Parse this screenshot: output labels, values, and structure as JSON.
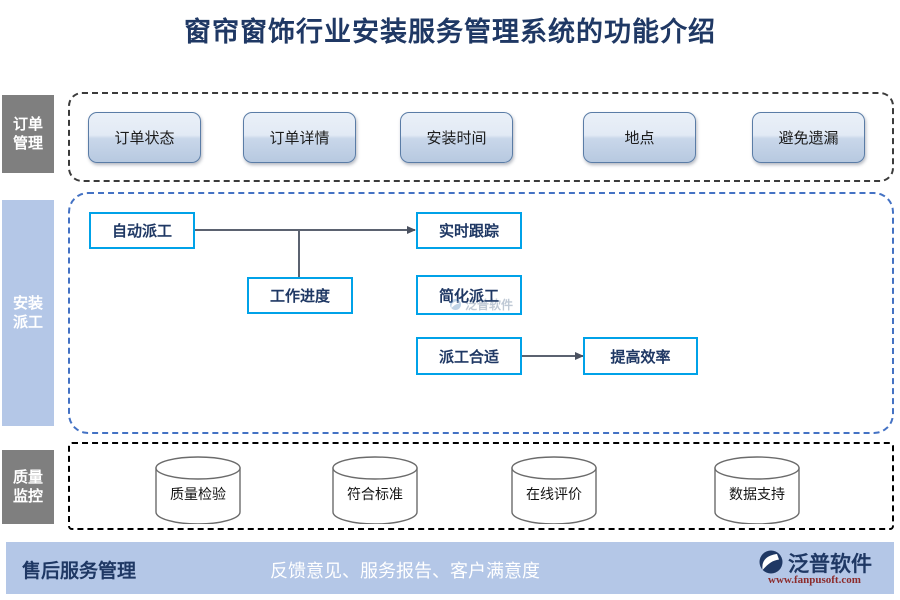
{
  "title": "窗帘窗饰行业安装服务管理系统的功能介绍",
  "colors": {
    "title_navy": "#1f3864",
    "sidebar_gray": "#7f7f7f",
    "sidebar_blue": "#b4c7e7",
    "cyan_border": "#00a2e8",
    "dashed_blue": "#4472c4",
    "footer_bar": "#b4c7e7",
    "logo_url_red": "#8c2b2b",
    "connector_gray": "#595f6b"
  },
  "sidebar": {
    "items": [
      {
        "id": "order",
        "line1": "订单",
        "line2": "管理"
      },
      {
        "id": "dispatch",
        "line1": "安装",
        "line2": "派工"
      },
      {
        "id": "quality",
        "line1": "质量",
        "line2": "监控"
      }
    ]
  },
  "order_section": {
    "boxes": [
      {
        "label": "订单状态"
      },
      {
        "label": "订单详情"
      },
      {
        "label": "安装时间"
      },
      {
        "label": "地点"
      },
      {
        "label": "避免遗漏"
      }
    ]
  },
  "dispatch_section": {
    "boxes": [
      {
        "id": "auto-dispatch",
        "label": "自动派工"
      },
      {
        "id": "realtime-track",
        "label": "实时跟踪"
      },
      {
        "id": "work-progress",
        "label": "工作进度"
      },
      {
        "id": "simplify",
        "label": "简化派工"
      },
      {
        "id": "suitable",
        "label": "派工合适"
      },
      {
        "id": "efficiency",
        "label": "提高效率"
      }
    ],
    "connections": [
      {
        "from": "自动派工",
        "to": "实时跟踪"
      },
      {
        "from": "工作进度",
        "to": "实时跟踪"
      },
      {
        "from": "派工合适",
        "to": "提高效率"
      }
    ]
  },
  "quality_section": {
    "cylinders": [
      {
        "label": "质量检验"
      },
      {
        "label": "符合标准"
      },
      {
        "label": "在线评价"
      },
      {
        "label": "数据支持"
      }
    ]
  },
  "footer": {
    "left_label": "售后服务管理",
    "center_label": "反馈意见、服务报告、客户满意度",
    "logo_text": "泛普软件",
    "logo_url": "www.fanpusoft.com"
  },
  "watermark": {
    "text": "泛普软件"
  }
}
